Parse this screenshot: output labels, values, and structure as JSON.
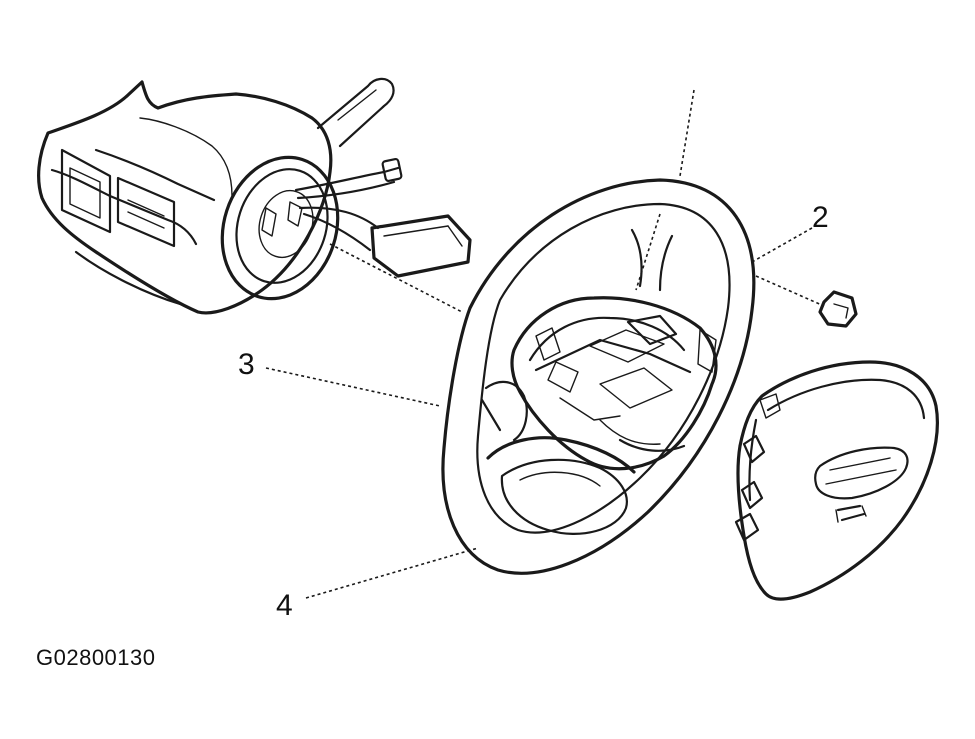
{
  "callouts": {
    "item_2": "2",
    "item_3": "3",
    "item_4": "4"
  },
  "figure_id": "G02800130",
  "colors": {
    "line": "#1a1a1a",
    "background": "#ffffff"
  }
}
